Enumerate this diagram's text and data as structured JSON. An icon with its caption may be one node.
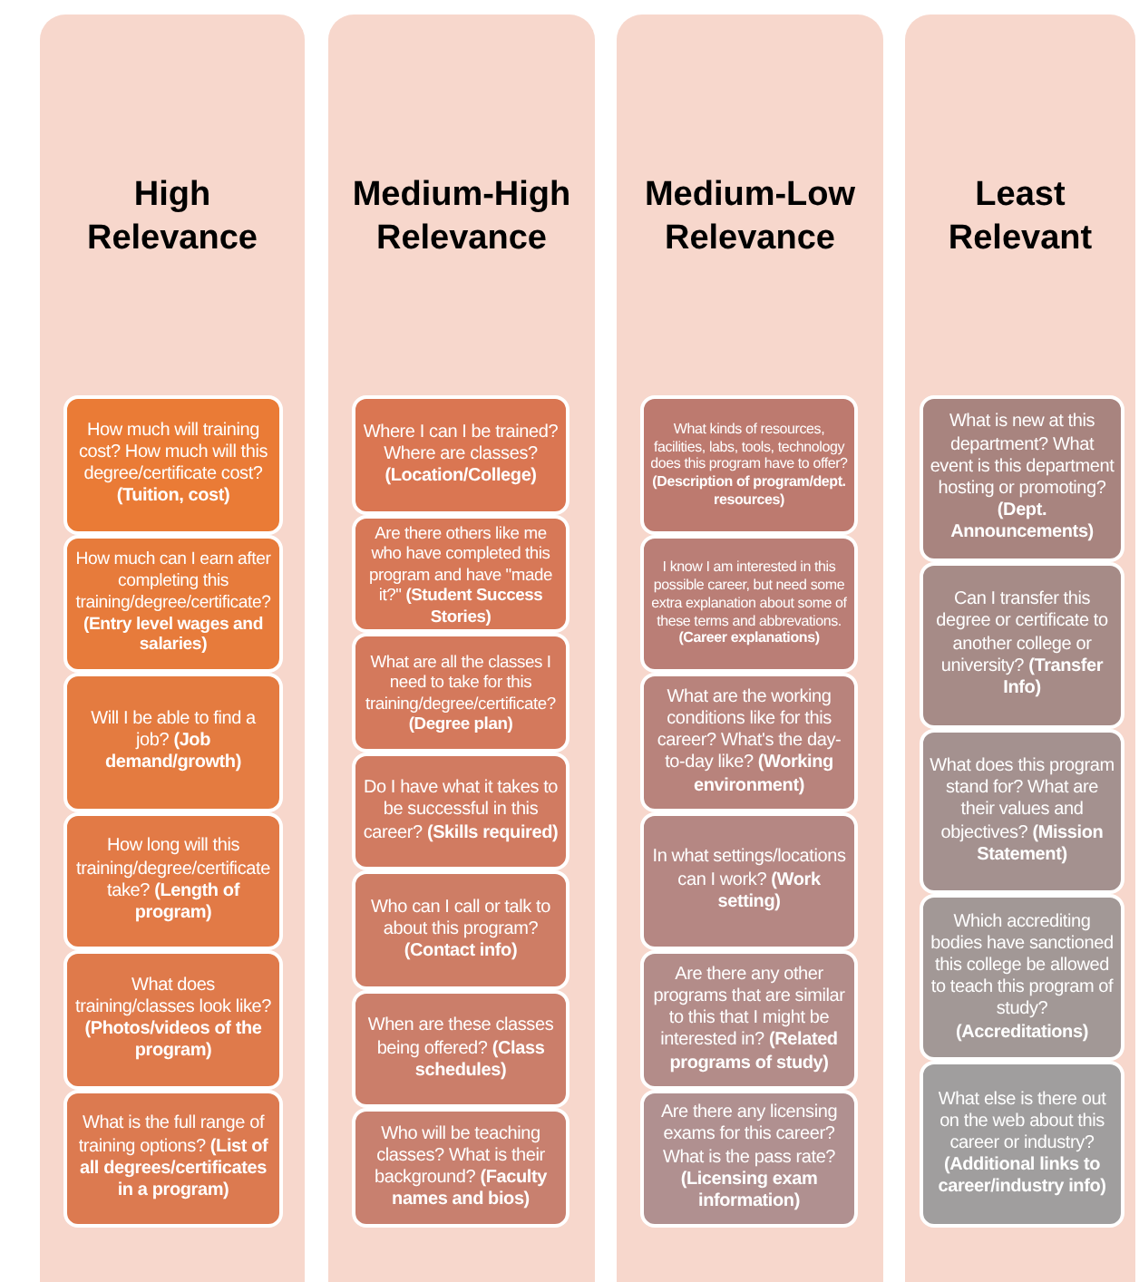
{
  "diagram": {
    "nodes": [
      {
        "text": [
          "High Relevance"
        ]
      },
      {
        "text": [
          "How much will training cost? How much will this degree/certificate cost? **(Tuition, cost)**"
        ],
        "in": 0
      },
      {
        "text": [
          "How much can I earn after completing this training/degree/certificate? **(Entry level wages and salaries)**"
        ],
        "in": 0
      },
      {
        "text": [
          "Will I be able to find a job? **(Job demand/growth)**"
        ],
        "in": 0
      },
      {
        "text": [
          "How long will this training/degree/certificate take? **(Length of program)**"
        ],
        "in": 0
      },
      {
        "text": [
          "What does training/classes look like? **(Photos/videos of the program)**"
        ],
        "in": 0
      },
      {
        "text": [
          "What is the full range of training options? **(List of all degrees/certificates in a program)**"
        ],
        "in": 0
      },
      {
        "text": [
          "Medium-High Relevance"
        ]
      },
      {
        "text": [
          "Where I can I be trained? Where are classes? **(Location/College)**"
        ],
        "in": 7
      },
      {
        "text": [
          "Are there others like me who have completed this program and have \"made it?\" **(Student Success Stories)**"
        ],
        "in": 7
      },
      {
        "text": [
          "What are all the classes I need to take for this training/degree/certificate? **(Degree plan)**"
        ],
        "in": 7
      },
      {
        "text": [
          "Do I have what it takes to be successful in this career? **(Skills required)**"
        ],
        "in": 7
      },
      {
        "text": [
          "Who can I call or talk to about this program? **(Contact info)**"
        ],
        "in": 7
      },
      {
        "text": [
          "When are these classes being offered? **(Class schedules)**"
        ],
        "in": 7
      },
      {
        "text": [
          "Who will be teaching classes? What is their background? **(Faculty names and bios)**"
        ],
        "in": 7
      },
      {
        "text": [
          "Medium-Low Relevance"
        ]
      },
      {
        "text": [
          "What kinds of resources, facilities, labs, tools, technology does this program have to offer? **(Description of program/dept. resources)**"
        ],
        "in": 15
      },
      {
        "text": [
          "I know I am interested in this possible career, but need some extra explanation about some of these terms and abbrevations. **(Career explanations)**"
        ],
        "in": 15
      },
      {
        "text": [
          "What are the working conditions like for this career? What's the day-to-day like? **(Working environment)**"
        ],
        "in": 15
      },
      {
        "text": [
          "In what settings/locations can I work? **(Work setting)**"
        ],
        "in": 15
      },
      {
        "text": [
          "Are there any other programs that are similar to this that I might be interested in? **(Related programs of study)**"
        ],
        "in": 15
      },
      {
        "text": [
          "Are there any licensing exams for this career? What is the pass rate? **(Licensing exam information)**"
        ],
        "in": 15
      },
      {
        "text": [
          "Least Relevant"
        ]
      },
      {
        "text": [
          "What is new at this department? What event is this department hosting or promoting? **(Dept. Announcements)**"
        ],
        "in": 22
      },
      {
        "text": [
          "Can I transfer this degree or certificate to another college or university? **(Transfer Info)**"
        ],
        "in": 22
      },
      {
        "text": [
          "What does this program stand for? What are their values and objectives? **(Mission Statement)**"
        ],
        "in": 22
      },
      {
        "text": [
          "Which accrediting bodies have sanctioned this college be allowed to teach this program of study? **(Accreditations)**"
        ],
        "in": 22
      },
      {
        "text": [
          "What else is there out on the web about this career or industry? **(Additional links to career/industry info)**"
        ],
        "in": 22
      }
    ]
  }
}
